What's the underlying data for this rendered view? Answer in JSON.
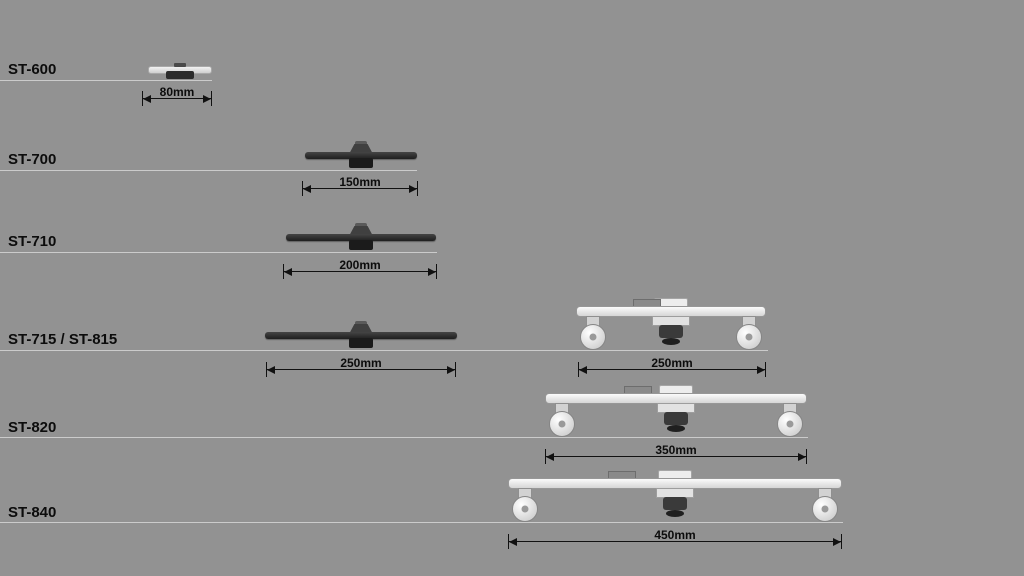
{
  "page": {
    "background_color": "#929292",
    "description": "Product size comparison diagram of slider / roller stand models"
  },
  "rows": [
    {
      "model": "ST-600",
      "device_type": "small-light-slider",
      "dimension": "80mm"
    },
    {
      "model": "ST-700",
      "device_type": "dark-slider",
      "dimension": "150mm"
    },
    {
      "model": "ST-710",
      "device_type": "dark-slider",
      "dimension": "200mm"
    },
    {
      "model": "ST-715 / ST-815",
      "device_types": [
        "dark-slider",
        "white-roller"
      ],
      "dimension_left": "250mm",
      "dimension_right": "250mm"
    },
    {
      "model": "ST-820",
      "device_type": "white-roller",
      "dimension": "350mm"
    },
    {
      "model": "ST-840",
      "device_type": "white-roller",
      "dimension": "450mm"
    }
  ]
}
